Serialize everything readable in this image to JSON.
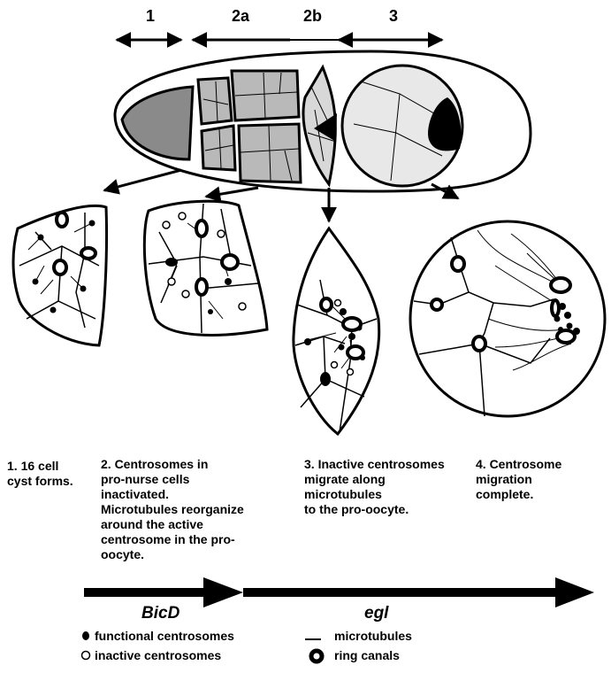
{
  "regions": [
    "1",
    "2a",
    "2b",
    "3"
  ],
  "captions": [
    "1.  16 cell\ncyst forms.",
    "2.  Centrosomes in\npro-nurse cells\ninactivated.\nMicrotubules reorganize\naround the active\ncentrosome in the pro-\noocyte.",
    "3.  Inactive centrosomes\nmigrate along\nmicrotubules\nto the pro-oocyte.",
    "4.  Centrosome\nmigration\ncomplete."
  ],
  "genes": [
    "BicD",
    "egl"
  ],
  "legend": {
    "functional": "functional centrosomes",
    "inactive": "inactive centrosomes",
    "microtubules": "microtubules",
    "ring_canals": "ring canals"
  },
  "colors": {
    "cell_dark": "#8a8a8a",
    "cell_mid": "#b9b9b9",
    "cell_light": "#e8e8e8",
    "ink": "#000000"
  }
}
